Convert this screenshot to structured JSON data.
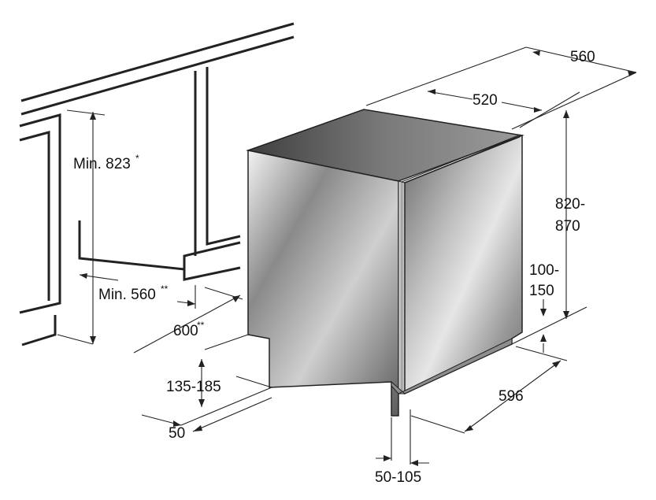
{
  "dimensions": {
    "min_height": {
      "text": "Min. 823",
      "note": "*"
    },
    "min_width": {
      "text": "Min. 560",
      "note": "**"
    },
    "depth_recess": {
      "text": "600",
      "note": "**"
    },
    "kick_height": "135-185",
    "kick_depth": "50",
    "door_offset": "50-105",
    "appliance_width": "596",
    "appliance_depth_outer": "560",
    "appliance_depth_inner": "520",
    "appliance_height_line1": "820-",
    "appliance_height_line2": "870",
    "feet_height_line1": "100-",
    "feet_height_line2": "150"
  },
  "colors": {
    "outline": "#222222",
    "steel_light": "#e8e8e8",
    "steel_dark": "#5a5a5a"
  }
}
